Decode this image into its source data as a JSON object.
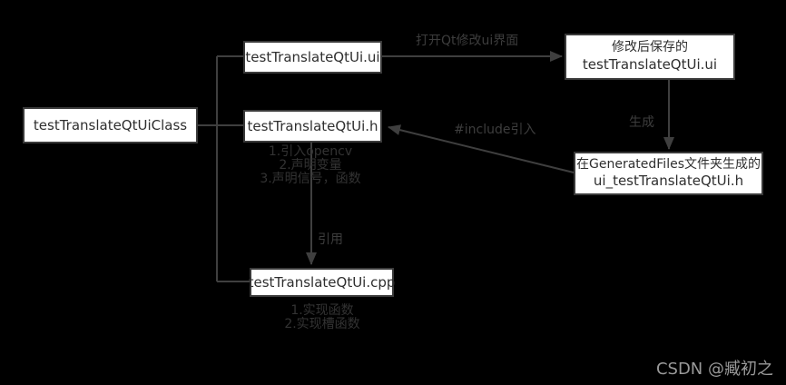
{
  "diagram": {
    "nodes": {
      "class_box": {
        "label": "testTranslateQtUiClass"
      },
      "ui_box": {
        "label": "testTranslateQtUi.ui"
      },
      "h_box": {
        "label": "testTranslateQtUi.h"
      },
      "cpp_box": {
        "label": "testTranslateQtUi.cpp"
      },
      "saved_ui_box": {
        "line1": "修改后保存的",
        "line2": "testTranslateQtUi.ui"
      },
      "generated_box": {
        "line1": "在GeneratedFiles文件夹生成的",
        "line2": "ui_testTranslateQtUi.h"
      }
    },
    "edge_labels": {
      "open_qt": "打开Qt修改ui界面",
      "generate": "生成",
      "include": "#include引入",
      "reference": "引用"
    },
    "annotations": {
      "h_notes": {
        "line1": "1.引入opencv",
        "line2": "2.声明变量",
        "line3": "3.声明信号，函数"
      },
      "cpp_notes": {
        "line1": "1.实现函数",
        "line2": "2.实现槽函数"
      }
    },
    "colors": {
      "background": "#000000",
      "box_fill": "#ffffff",
      "box_border": "#3a3a3a",
      "line": "#3f3f3f",
      "label_text": "#3d3d3d",
      "watermark": "#999999"
    }
  },
  "watermark": {
    "text": "CSDN @臧初之"
  }
}
